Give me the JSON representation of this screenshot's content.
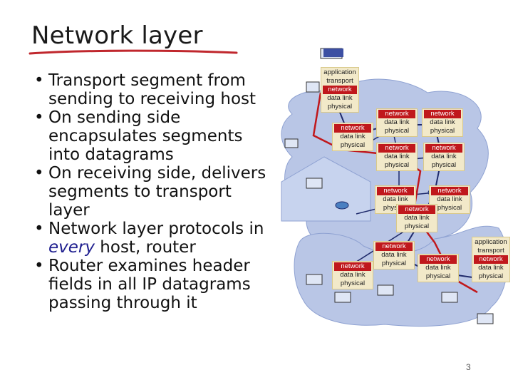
{
  "slide": {
    "title": "Network layer",
    "page_number": "3"
  },
  "bullets": [
    {
      "text": "Transport segment from sending to receiving host"
    },
    {
      "text": "On sending side encapsulates segments into datagrams"
    },
    {
      "text": "On receiving side, delivers segments to transport layer"
    },
    {
      "pre": "Network layer protocols in ",
      "em": "every",
      "post": " host, router"
    },
    {
      "text": "Router examines header fields in all IP datagrams passing through it"
    }
  ],
  "layers": {
    "application": "application",
    "transport": "transport",
    "network": "network",
    "data_link": "data link",
    "physical": "physical"
  },
  "colors": {
    "title_underline": "#c0272d",
    "network_box": "#c0181c",
    "stack_bg": "#f2e9c9",
    "cloud": "#b9c6e6",
    "home_net": "#c7d3ee",
    "link_line": "#1f2a6b"
  }
}
